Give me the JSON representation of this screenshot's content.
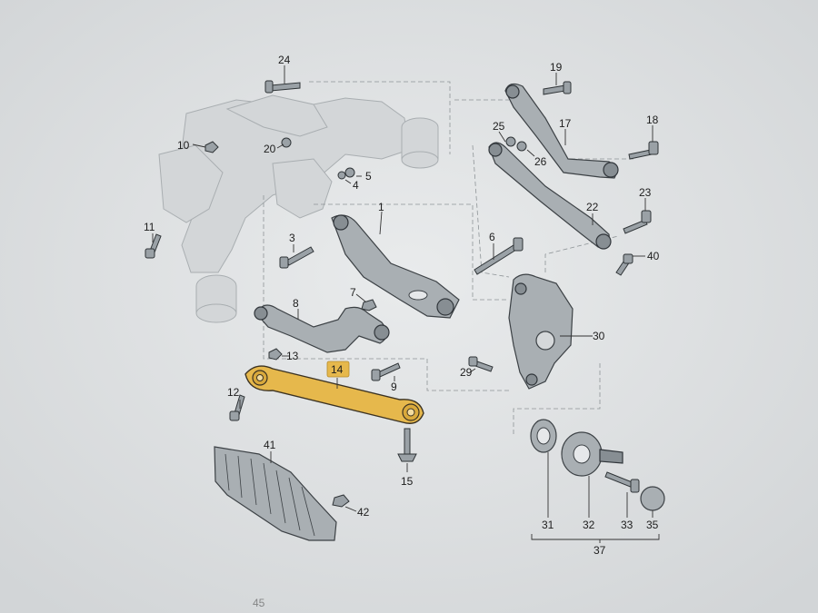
{
  "diagram": {
    "highlight_color": "#e6b84c",
    "background_color": "#e4e6e8",
    "callouts": {
      "c1": "1",
      "c3": "3",
      "c4": "4",
      "c5": "5",
      "c6": "6",
      "c7": "7",
      "c8": "8",
      "c9": "9",
      "c10": "10",
      "c11": "11",
      "c12": "12",
      "c13": "13",
      "c14": "14",
      "c15": "15",
      "c17": "17",
      "c18": "18",
      "c19": "19",
      "c20": "20",
      "c22": "22",
      "c23": "23",
      "c24": "24",
      "c25": "25",
      "c26": "26",
      "c29": "29",
      "c30": "30",
      "c31": "31",
      "c32": "32",
      "c33": "33",
      "c35": "35",
      "c37": "37",
      "c40": "40",
      "c41": "41",
      "c42": "42",
      "c45": "45"
    }
  }
}
